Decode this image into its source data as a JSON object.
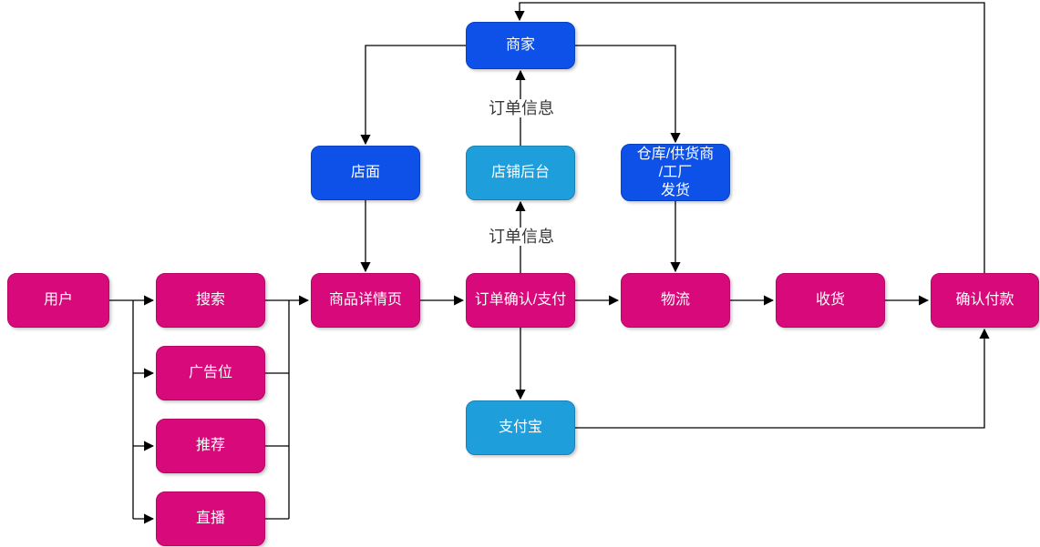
{
  "diagram": {
    "nodes": {
      "merchant": {
        "label": "商家"
      },
      "storefront": {
        "label": "店面"
      },
      "shop_backend": {
        "label": "店铺后台"
      },
      "warehouse": {
        "label": "仓库/供货商\n/工厂\n发货"
      },
      "user": {
        "label": "用户"
      },
      "search": {
        "label": "搜索"
      },
      "ad_slot": {
        "label": "广告位"
      },
      "recommend": {
        "label": "推荐"
      },
      "live": {
        "label": "直播"
      },
      "product_detail": {
        "label": "商品详情页"
      },
      "order_confirm": {
        "label": "订单确认/支付"
      },
      "logistics": {
        "label": "物流"
      },
      "receive": {
        "label": "收货"
      },
      "confirm_payment": {
        "label": "确认付款"
      },
      "alipay": {
        "label": "支付宝"
      }
    },
    "edge_labels": {
      "order_info_top": "订单信息",
      "order_info_bottom": "订单信息"
    },
    "colors": {
      "pink": "#D8097A",
      "pink_border": "#B50765",
      "blue": "#0D51E8",
      "blue_border": "#0A40BD",
      "light_blue": "#1E9EDB",
      "light_blue_border": "#1A81B5",
      "line": "#000000",
      "node_text": "#FFFFFF",
      "label_text": "#383838",
      "background": "#FFFFFF"
    }
  }
}
